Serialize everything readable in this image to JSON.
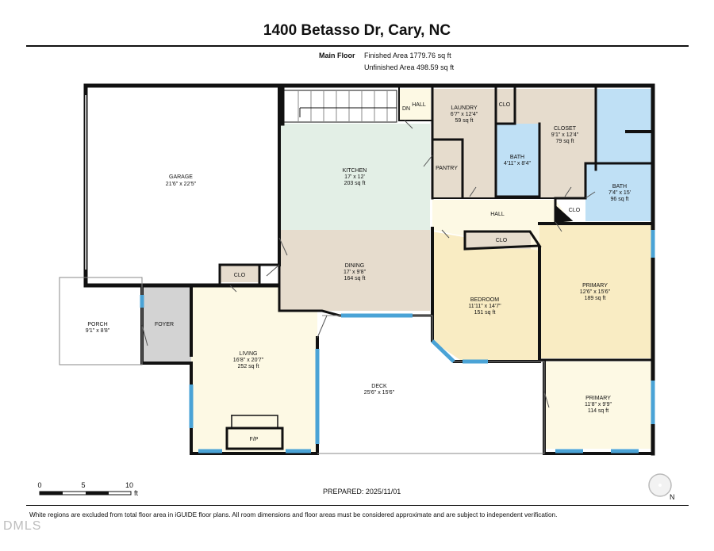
{
  "header": {
    "title": "1400 Betasso Dr, Cary, NC",
    "floor_label": "Main Floor",
    "finished_area": "Finished Area 1779.76 sq ft",
    "unfinished_area": "Unfinished Area 498.59 sq ft"
  },
  "rooms": {
    "garage": {
      "name": "GARAGE",
      "dims": "21'6\" x 22'5\""
    },
    "kitchen": {
      "name": "KITCHEN",
      "dims": "17' x 12'",
      "area": "203 sq ft"
    },
    "laundry": {
      "name": "LAUNDRY",
      "dims": "6'7\" x 12'4\"",
      "area": "59 sq ft"
    },
    "closet": {
      "name": "CLOSET",
      "dims": "9'1\" x 12'4\"",
      "area": "79 sq ft"
    },
    "bath1": {
      "name": "BATH",
      "dims": "4'11\" x 8'4\""
    },
    "bath2": {
      "name": "BATH",
      "dims": "7'4\" x 15'",
      "area": "96 sq ft"
    },
    "dining": {
      "name": "DINING",
      "dims": "17' x 9'8\"",
      "area": "164 sq ft"
    },
    "bedroom": {
      "name": "BEDROOM",
      "dims": "11'11\" x 14'7\"",
      "area": "151 sq ft"
    },
    "primary1": {
      "name": "PRIMARY",
      "dims": "12'6\" x 15'6\"",
      "area": "189 sq ft"
    },
    "primary2": {
      "name": "PRIMARY",
      "dims": "11'8\" x 9'9\"",
      "area": "114 sq ft"
    },
    "porch": {
      "name": "PORCH",
      "dims": "9'1\" x 8'8\""
    },
    "living": {
      "name": "LIVING",
      "dims": "16'8\" x 20'7\"",
      "area": "252 sq ft"
    },
    "deck": {
      "name": "DECK",
      "dims": "25'6\" x 15'6\""
    }
  },
  "small_labels": {
    "foyer": "FOYER",
    "pantry": "PANTRY",
    "hall_upper": "HALL",
    "hall_main": "HALL",
    "down": "DN",
    "clo_laundry": "CLO",
    "clo_bath": "CLO",
    "clo_bedroom": "CLO",
    "clo_living": "CLO",
    "fireplace": "F/P"
  },
  "scale": {
    "ticks": [
      "0",
      "5",
      "10"
    ],
    "unit": "ft"
  },
  "compass": {
    "direction": "N"
  },
  "prepared": "PREPARED: 2025/11/01",
  "footnote": "White regions are excluded from total floor area in iGUIDE floor plans. All room dimensions and floor areas must be considered approximate and are subject to independent verification.",
  "watermark": "DMLS",
  "colors": {
    "kitchen": "#e3efe6",
    "dining": "#e6dccd",
    "utility": "#e6dccd",
    "bath": "#bfe0f5",
    "bedroom": "#f9ecc3",
    "living": "#fdf9e4",
    "foyer": "#d3d3d3",
    "wall": "#111111",
    "window": "#4aa3d6"
  }
}
